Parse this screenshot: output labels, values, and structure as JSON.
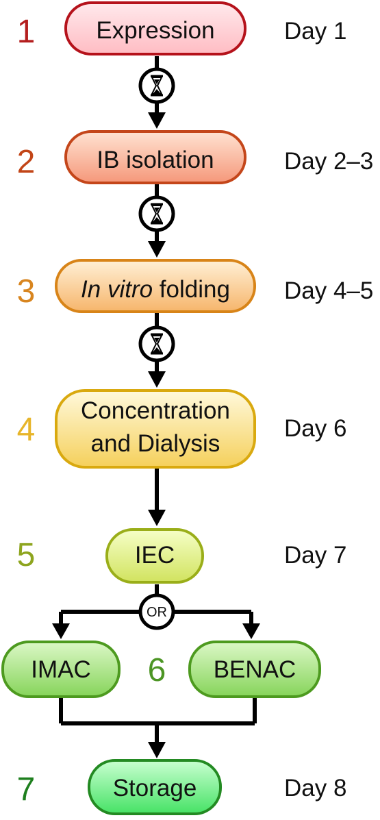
{
  "steps": [
    {
      "number": "1",
      "label": "Expression",
      "day": "Day 1",
      "number_color": "#b41e1e",
      "fill_top": "#ffe9ec",
      "fill_bottom": "#ffbcc3",
      "stroke": "#b5121b"
    },
    {
      "number": "2",
      "label": "IB isolation",
      "day": "Day 2–3",
      "number_color": "#c24517",
      "fill_top": "#ffe3d2",
      "fill_bottom": "#f5987a",
      "stroke": "#c4461a"
    },
    {
      "number": "3",
      "label_prefix": "In vitro",
      "label_suffix": " folding",
      "day": "Day 4–5",
      "number_color": "#d8851f",
      "fill_top": "#fff0d6",
      "fill_bottom": "#f6b56b",
      "stroke": "#d88418"
    },
    {
      "number": "4",
      "label_line1": "Concentration",
      "label_line2": "and Dialysis",
      "day": "Day 6",
      "number_color": "#e7b52a",
      "fill_top": "#fff9dc",
      "fill_bottom": "#f5d05b",
      "stroke": "#d9a90f"
    },
    {
      "number": "5",
      "label": "IEC",
      "day": "Day 7",
      "number_color": "#8ea51f",
      "fill_top": "#f6ffc8",
      "fill_bottom": "#d1e35f",
      "stroke": "#9aae19"
    },
    {
      "number": "6",
      "label_left": "IMAC",
      "label_right": "BENAC",
      "number_color": "#4c9524",
      "fill_top": "#dcf8c7",
      "fill_bottom": "#86d45a",
      "stroke": "#4d9a1f"
    },
    {
      "number": "7",
      "label": "Storage",
      "day": "Day 8",
      "number_color": "#1e7f1e",
      "fill_top": "#c9ffd1",
      "fill_bottom": "#46e265",
      "stroke": "#238a22"
    }
  ],
  "branch_text": "OR",
  "wait_icons": [
    "hourglass-icon",
    "hourglass-icon",
    "hourglass-icon"
  ]
}
